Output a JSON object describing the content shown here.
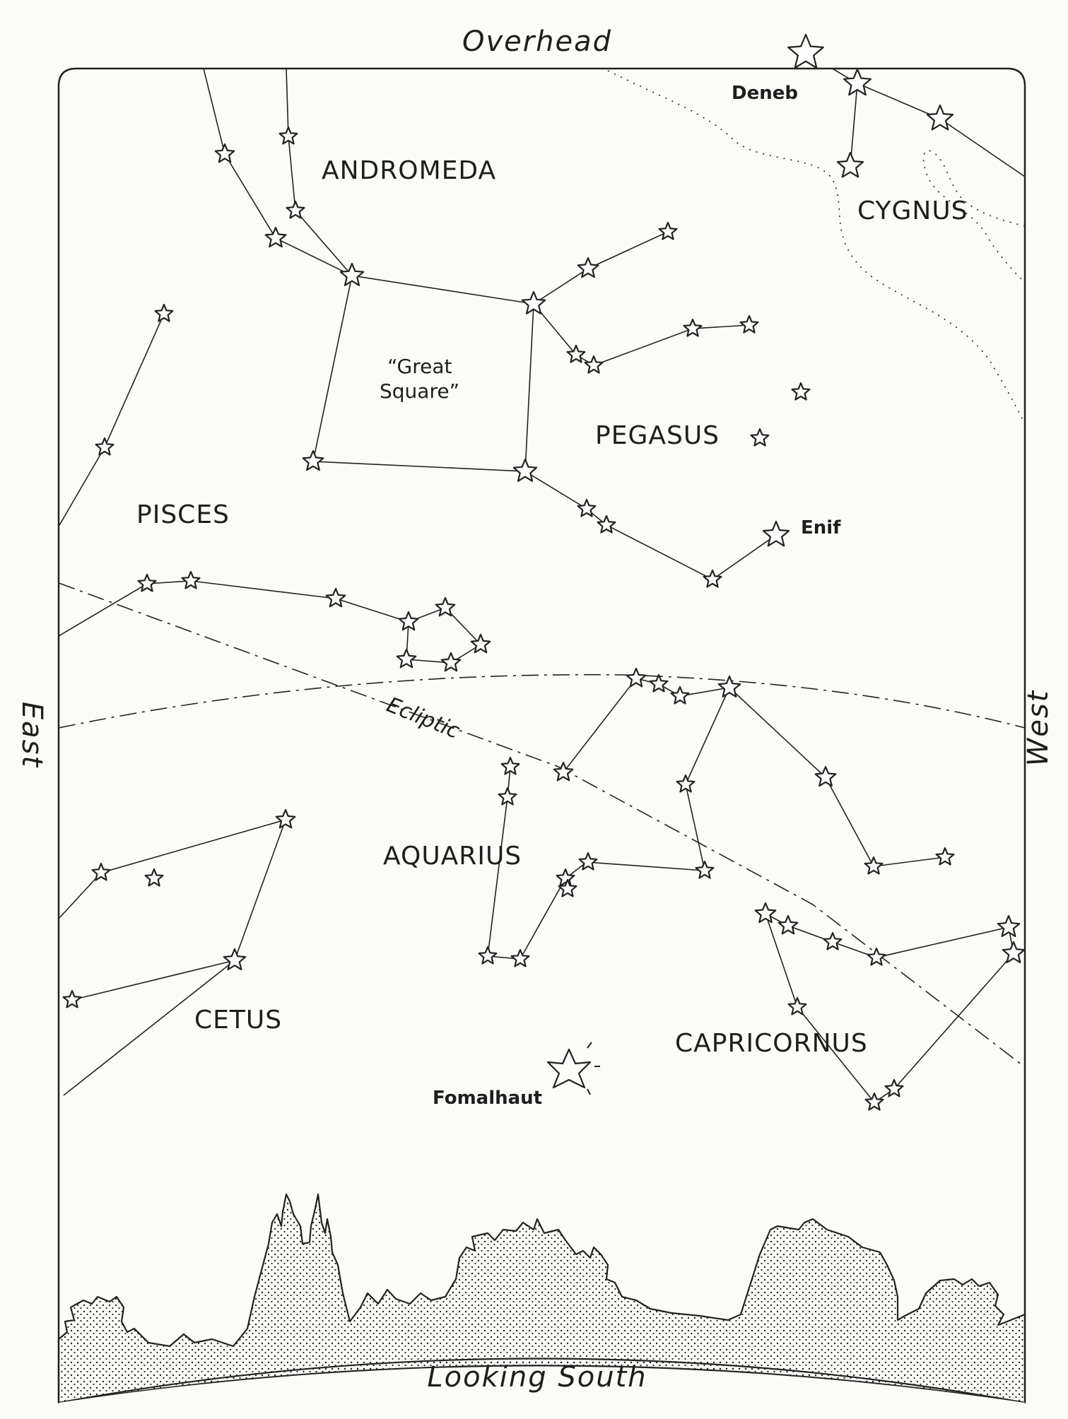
{
  "labels": {
    "top": "Overhead",
    "bottom": "Looking South",
    "left": "East",
    "right": "West",
    "ecliptic": "Ecliptic"
  },
  "constellations": {
    "andromeda": "ANDROMEDA",
    "cygnus": "CYGNUS",
    "pegasus": "PEGASUS",
    "pisces": "PISCES",
    "aquarius": "AQUARIUS",
    "cetus": "CETUS",
    "capricornus": "CAPRICORNUS"
  },
  "named_features": {
    "great_square_line1": "“Great",
    "great_square_line2": "Square”",
    "deneb": "Deneb",
    "enif": "Enif",
    "fomalhaut": "Fomalhaut"
  },
  "colors": {
    "ink": "#222222",
    "paper": "#fbfbf8"
  }
}
